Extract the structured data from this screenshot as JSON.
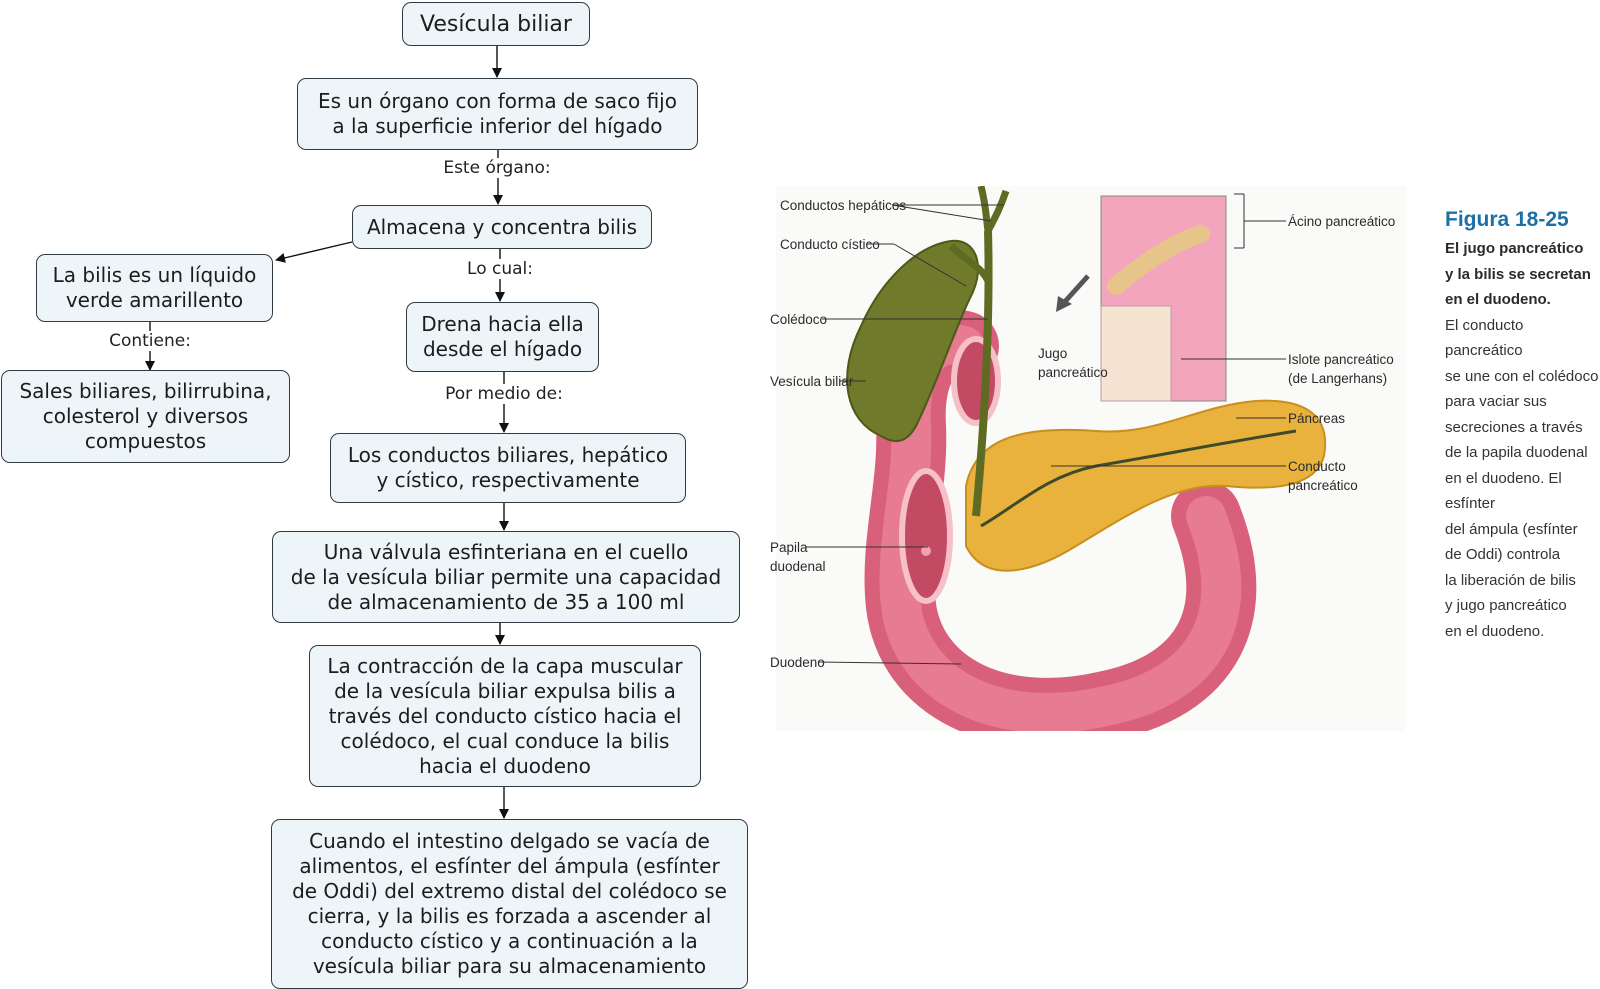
{
  "concept_map": {
    "nodes": {
      "vesicula": "Vesícula biliar",
      "organo": "Es un órgano con forma de saco fijo\na la superficie inferior del hígado",
      "almacena": "Almacena y concentra bilis",
      "bilis_liquido": "La bilis es un líquido\nverde amarillento",
      "sales": "Sales biliares, bilirrubina,\ncolesterol y diversos\ncompuestos",
      "drena": "Drena hacia ella\ndesde el hígado",
      "conductos": "Los conductos biliares, hepático\ny cístico, respectivamente",
      "valvula": "Una válvula esfinteriana en el cuello\nde la vesícula biliar permite una capacidad\nde almacenamiento de 35 a 100 ml",
      "contraccion": "La contracción de la capa muscular\nde la vesícula biliar expulsa bilis a\ntravés del conducto cístico hacia el\ncolédoco, el cual conduce la bilis\nhacia el duodeno",
      "intestino": "Cuando el intestino delgado se vacía de\nalimentos, el esfínter del ámpula (esfínter\nde Oddi) del extremo distal del colédoco se\ncierra, y la bilis es forzada a ascender al\nconducto cístico y a continuación a la\nvesícula biliar para su almacenamiento"
    },
    "edge_labels": {
      "este_organo": "Este órgano:",
      "lo_cual": "Lo cual:",
      "contiene": "Contiene:",
      "por_medio": "Por medio de:"
    }
  },
  "figure": {
    "labels": {
      "conductos_hepaticos": "Conductos hepáticos",
      "conducto_cistico": "Conducto cístico",
      "coledoco": "Colédoco",
      "vesicula_biliar": "Vesícula biliar",
      "papila": "Papila\nduodenal",
      "duodeno": "Duodeno",
      "jugo": "Jugo\npancreático",
      "acino": "Ácino pancreático",
      "islote": "Islote pancreático\n(de Langerhans)",
      "pancreas": "Páncreas",
      "conducto_pancreatico": "Conducto pancreático"
    },
    "caption": {
      "title": "Figura 18-25",
      "bold": "El jugo pancreático\ny la bilis se secretan\nen el duodeno.",
      "body": "El conducto pancreático\nse une con el colédoco\npara vaciar sus\nsecreciones a través\nde la papila duodenal\nen el duodeno. El esfínter\ndel ámpula (esfínter\nde Oddi) controla\nla liberación de bilis\ny jugo pancreático\nen el duodeno."
    },
    "colors": {
      "title_blue": "#1d6fa5",
      "node_fill": "#eef5f8",
      "gallbladder": "#6f7a2a",
      "pancreas": "#e8b23c",
      "duodenum": "#d9607a"
    }
  }
}
